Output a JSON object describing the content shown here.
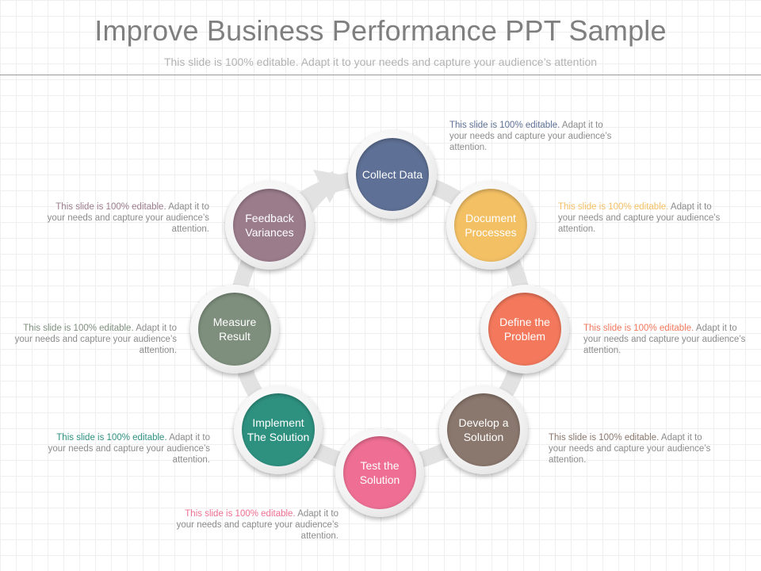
{
  "header": {
    "title": "Improve Business Performance PPT Sample",
    "subtitle": "This slide is 100% editable. Adapt it to your needs and capture your audience’s attention"
  },
  "steps": [
    {
      "label": "Collect Data",
      "color": "#5e7095",
      "highlight": "This slide is 100% editable.",
      "text": " Adapt it to your needs and capture your audience’s attention."
    },
    {
      "label": "Document Processes",
      "color": "#f3c064",
      "highlight": "This slide is 100% editable.",
      "text": " Adapt it to your needs and capture your audience’s attention."
    },
    {
      "label": "Define the Problem",
      "color": "#f3785c",
      "highlight": "This slide is 100% editable.",
      "text": " Adapt it to your needs and capture your audience’s attention."
    },
    {
      "label": "Develop a Solution",
      "color": "#8a776d",
      "highlight": "This slide is 100% editable.",
      "text": " Adapt it to your needs and capture your audience’s attention."
    },
    {
      "label": "Test the Solution",
      "color": "#ee6f93",
      "highlight": "This slide is 100% editable.",
      "text": " Adapt it to your needs and capture your audience’s attention."
    },
    {
      "label": "Implement The Solution",
      "color": "#2e9180",
      "highlight": "This slide is 100% editable.",
      "text": " Adapt it to your needs and capture your audience’s attention."
    },
    {
      "label": "Measure Result",
      "color": "#7e8f7d",
      "highlight": "This slide is 100% editable.",
      "text": " Adapt it to your needs and capture your audience’s attention."
    },
    {
      "label": "Feedback Variances",
      "color": "#9b7c8b",
      "highlight": "This slide is 100% editable.",
      "text": " Adapt it to your needs and capture your audience’s attention."
    }
  ]
}
